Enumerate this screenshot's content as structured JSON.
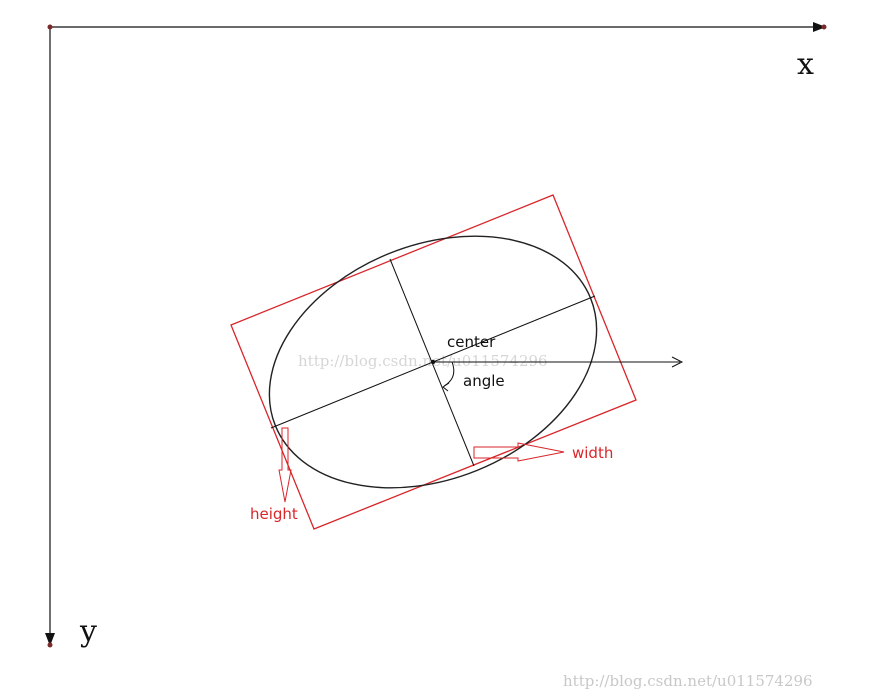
{
  "axes": {
    "x_label": "x",
    "y_label": "y"
  },
  "labels": {
    "center": "center",
    "angle": "angle",
    "width": "width",
    "height": "height"
  },
  "watermark": "http://blog.csdn.net/u011574296",
  "colors": {
    "axes": "#111111",
    "ellipse": "#222222",
    "bounding_box": "#d8262b",
    "annotation_text": "#d8262b",
    "watermark": "#c8c8c8"
  }
}
